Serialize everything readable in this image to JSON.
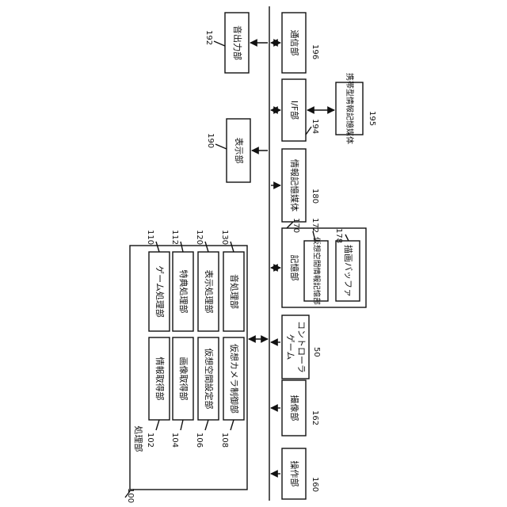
{
  "labels": {
    "processor": "処理部",
    "game_processor": "ゲーム処理部",
    "bonus_processor": "特典処理部",
    "display_processor": "表示処理部",
    "sound_processor": "音処理部",
    "info_acquirer": "情報取得部",
    "image_acquirer": "画像取得部",
    "virtual_space_setter": "仮想空間設定部",
    "virtual_camera_controller": "仮想カメラ制御部",
    "sound_output": "音出力部",
    "display": "表示部",
    "communication": "通信部",
    "if_unit": "I/F部",
    "portable_media": "携帯型情報記憶媒体",
    "info_storage_media": "情報記憶媒体",
    "storage": "記憶部",
    "virtual_space_info_storage": "仮想空間情報記憶部",
    "draw_buffer": "描画バッファ",
    "game_controller_line1": "ゲーム",
    "game_controller_line2": "コントローラ",
    "imaging": "撮像部",
    "operation": "操作部"
  },
  "ref_numbers": {
    "processor": "100",
    "game_processor": "110",
    "bonus_processor": "112",
    "display_processor": "120",
    "sound_processor": "130",
    "info_acquirer": "102",
    "image_acquirer": "104",
    "virtual_space_setter": "106",
    "virtual_camera_controller": "108",
    "sound_output": "192",
    "display": "190",
    "communication": "196",
    "if_unit": "194",
    "portable_media": "195",
    "info_storage_media": "180",
    "storage": "170",
    "virtual_space_info_storage": "172",
    "draw_buffer": "178",
    "game_controller": "50",
    "imaging": "162",
    "operation": "160"
  }
}
